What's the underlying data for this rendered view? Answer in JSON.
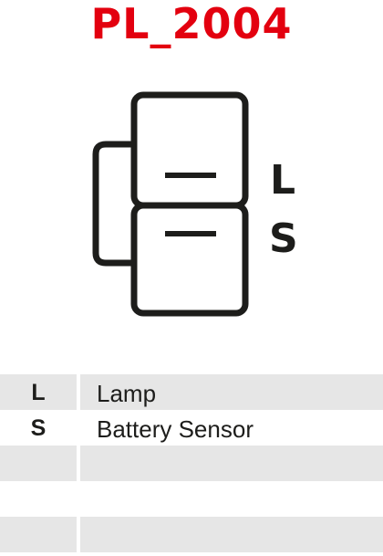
{
  "title": "PL_2004",
  "pins": {
    "upper_label": "L",
    "lower_label": "S"
  },
  "legend": [
    {
      "code": "L",
      "description": "Lamp"
    },
    {
      "code": "S",
      "description": "Battery Sensor"
    },
    {
      "code": "",
      "description": ""
    },
    {
      "code": "",
      "description": ""
    },
    {
      "code": "",
      "description": ""
    }
  ],
  "colors": {
    "title": "#e3000f",
    "outline": "#1d1d1b",
    "row_shade": "#e6e6e6"
  }
}
